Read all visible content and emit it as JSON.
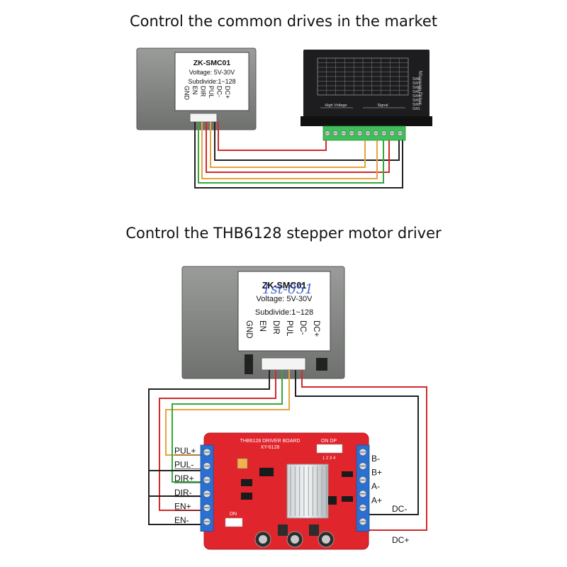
{
  "headings": {
    "top": "Control the common drives in the market",
    "bottom": "Control the THB6128 stepper motor driver"
  },
  "controller_panel": {
    "model": "ZK-SMC01",
    "voltage": "Voltage: 5V-30V",
    "subdivide": "Subdivide:1~128",
    "pins": [
      "DC+",
      "DC-",
      "PUL",
      "DIR",
      "EN",
      "GND"
    ]
  },
  "watermark": "1st-051",
  "microstep_driver": {
    "side_text": "Microstep Driver",
    "sub_label": "High Voltage",
    "signal_label": "Signal",
    "dip_labels": [
      "SW8",
      "SW7",
      "SW6",
      "SW5",
      "SW4",
      "SW3",
      "SW2",
      "SW1"
    ]
  },
  "thb_board": {
    "title": "THB6128 DRIVER BOARD",
    "model": "XY-6128",
    "dip_top": "ON  DP",
    "dip_top_nums": "1 2 3 4",
    "dip_bottom": "DN",
    "left_labels": [
      "PUL+",
      "PUL-",
      "DIR+",
      "DIR-",
      "EN+",
      "EN-"
    ],
    "right_labels": [
      "B-",
      "B+",
      "A-",
      "A+"
    ],
    "power_labels": [
      "DC-",
      "DC+"
    ]
  },
  "colors": {
    "wire_red": "#d32a2a",
    "wire_black": "#222222",
    "wire_orange": "#e7a23c",
    "wire_green": "#35a83a",
    "board_red": "#e0252c",
    "terminal_blue": "#2a6fd1",
    "terminal_green": "#3fbf5a",
    "panel_gray": "#8a8c8a"
  }
}
